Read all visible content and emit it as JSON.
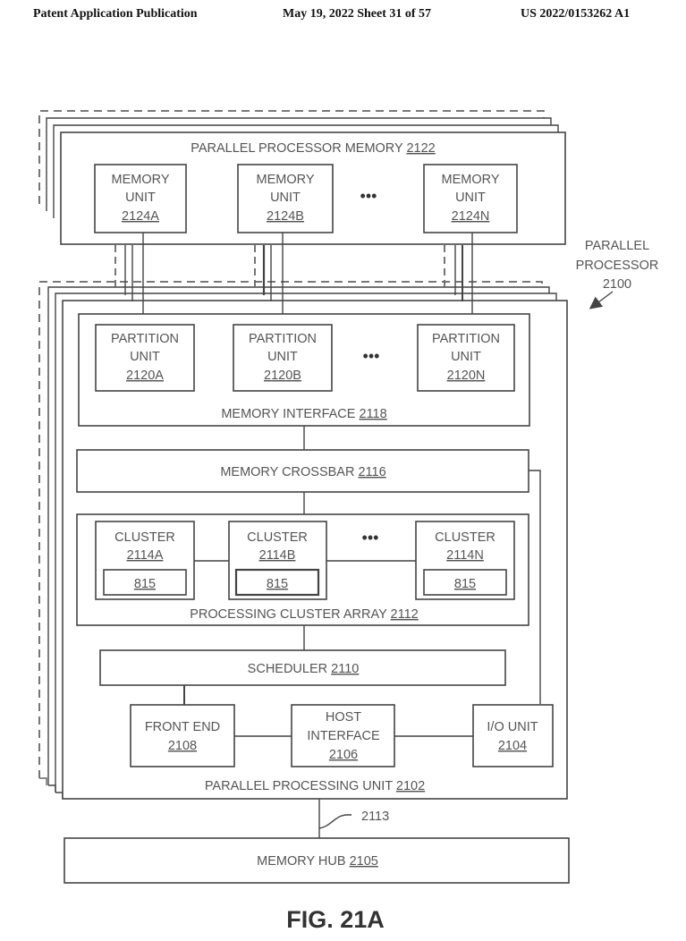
{
  "header": {
    "left": "Patent Application Publication",
    "center": "May 19, 2022  Sheet 31 of 57",
    "right": "US 2022/0153262 A1"
  },
  "figure": {
    "label": "FIG. 21A",
    "parallel_processor": {
      "lines": [
        "PARALLEL",
        "PROCESSOR"
      ],
      "ref": "2100"
    },
    "memory": {
      "title": "PARALLEL PROCESSOR MEMORY",
      "ref": "2122",
      "units": [
        {
          "lines": [
            "MEMORY",
            "UNIT"
          ],
          "ref": "2124A"
        },
        {
          "lines": [
            "MEMORY",
            "UNIT"
          ],
          "ref": "2124B"
        },
        {
          "lines": [
            "MEMORY",
            "UNIT"
          ],
          "ref": "2124N"
        }
      ],
      "ellipsis": "•••"
    },
    "ppu": {
      "title": "PARALLEL PROCESSING UNIT",
      "ref": "2102",
      "memory_interface": {
        "title": "MEMORY INTERFACE",
        "ref": "2118",
        "partitions": [
          {
            "lines": [
              "PARTITION",
              "UNIT"
            ],
            "ref": "2120A"
          },
          {
            "lines": [
              "PARTITION",
              "UNIT"
            ],
            "ref": "2120B"
          },
          {
            "lines": [
              "PARTITION",
              "UNIT"
            ],
            "ref": "2120N"
          }
        ],
        "ellipsis": "•••"
      },
      "crossbar": {
        "title": "MEMORY CROSSBAR",
        "ref": "2116"
      },
      "cluster_array": {
        "title": "PROCESSING CLUSTER ARRAY",
        "ref": "2112",
        "clusters": [
          {
            "label": "CLUSTER",
            "ref": "2114A",
            "inner": "815"
          },
          {
            "label": "CLUSTER",
            "ref": "2114B",
            "inner": "815"
          },
          {
            "label": "CLUSTER",
            "ref": "2114N",
            "inner": "815"
          }
        ],
        "ellipsis": "•••"
      },
      "scheduler": {
        "title": "SCHEDULER",
        "ref": "2110"
      },
      "front_end": {
        "lines": [
          "FRONT END"
        ],
        "ref": "2108"
      },
      "host_interface": {
        "lines": [
          "HOST",
          "INTERFACE"
        ],
        "ref": "2106"
      },
      "io_unit": {
        "lines": [
          "I/O UNIT"
        ],
        "ref": "2104"
      }
    },
    "bus_ref": "2113",
    "memory_hub": {
      "title": "MEMORY HUB",
      "ref": "2105"
    }
  }
}
